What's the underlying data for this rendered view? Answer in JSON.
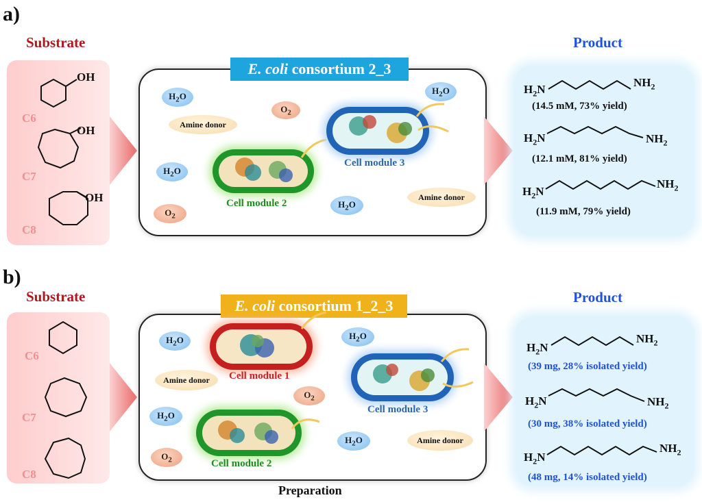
{
  "panel_a": {
    "letter": "a)",
    "substrate_heading": "Substrate",
    "product_heading": "Product",
    "consortium_italic": "E. coli",
    "consortium_rest": " consortium 2_3",
    "substrates": [
      {
        "label": "C6",
        "group": "OH"
      },
      {
        "label": "C7",
        "group": "OH"
      },
      {
        "label": "C8",
        "group": "OH"
      }
    ],
    "chips": {
      "water": "H2O",
      "oxygen": "O2",
      "amine": "Amine donor"
    },
    "cell_labels": {
      "module2": "Cell module 2",
      "module3": "Cell module 3"
    },
    "products": [
      {
        "left": "H2N",
        "right": "NH2",
        "yield": "(14.5 mM, 73% yield)"
      },
      {
        "left": "H2N",
        "right": "NH2",
        "yield": "(12.1 mM, 81% yield)"
      },
      {
        "left": "H2N",
        "right": "NH2",
        "yield": "(11.9 mM, 79% yield)"
      }
    ]
  },
  "panel_b": {
    "letter": "b)",
    "substrate_heading": "Substrate",
    "product_heading": "Product",
    "consortium_italic": "E. coli",
    "consortium_rest": " consortium 1_2_3",
    "substrates": [
      {
        "label": "C6"
      },
      {
        "label": "C7"
      },
      {
        "label": "C8"
      }
    ],
    "chips": {
      "water": "H2O",
      "oxygen": "O2",
      "amine": "Amine donor"
    },
    "cell_labels": {
      "module1": "Cell module 1",
      "module2": "Cell module 2",
      "module3": "Cell module 3"
    },
    "products": [
      {
        "left": "H2N",
        "right": "NH2",
        "yield": "(39 mg, 28% isolated yield)"
      },
      {
        "left": "H2N",
        "right": "NH2",
        "yield": "(30 mg, 38% isolated yield)"
      },
      {
        "left": "H2N",
        "right": "NH2",
        "yield": "(48 mg, 14% isolated yield)"
      }
    ],
    "footer": "Preparation"
  },
  "colors": {
    "consortium_a": "#1fa5de",
    "consortium_b": "#f0b21a",
    "substrate_heading": "#b0171f",
    "product_heading": "#1f52d8"
  }
}
